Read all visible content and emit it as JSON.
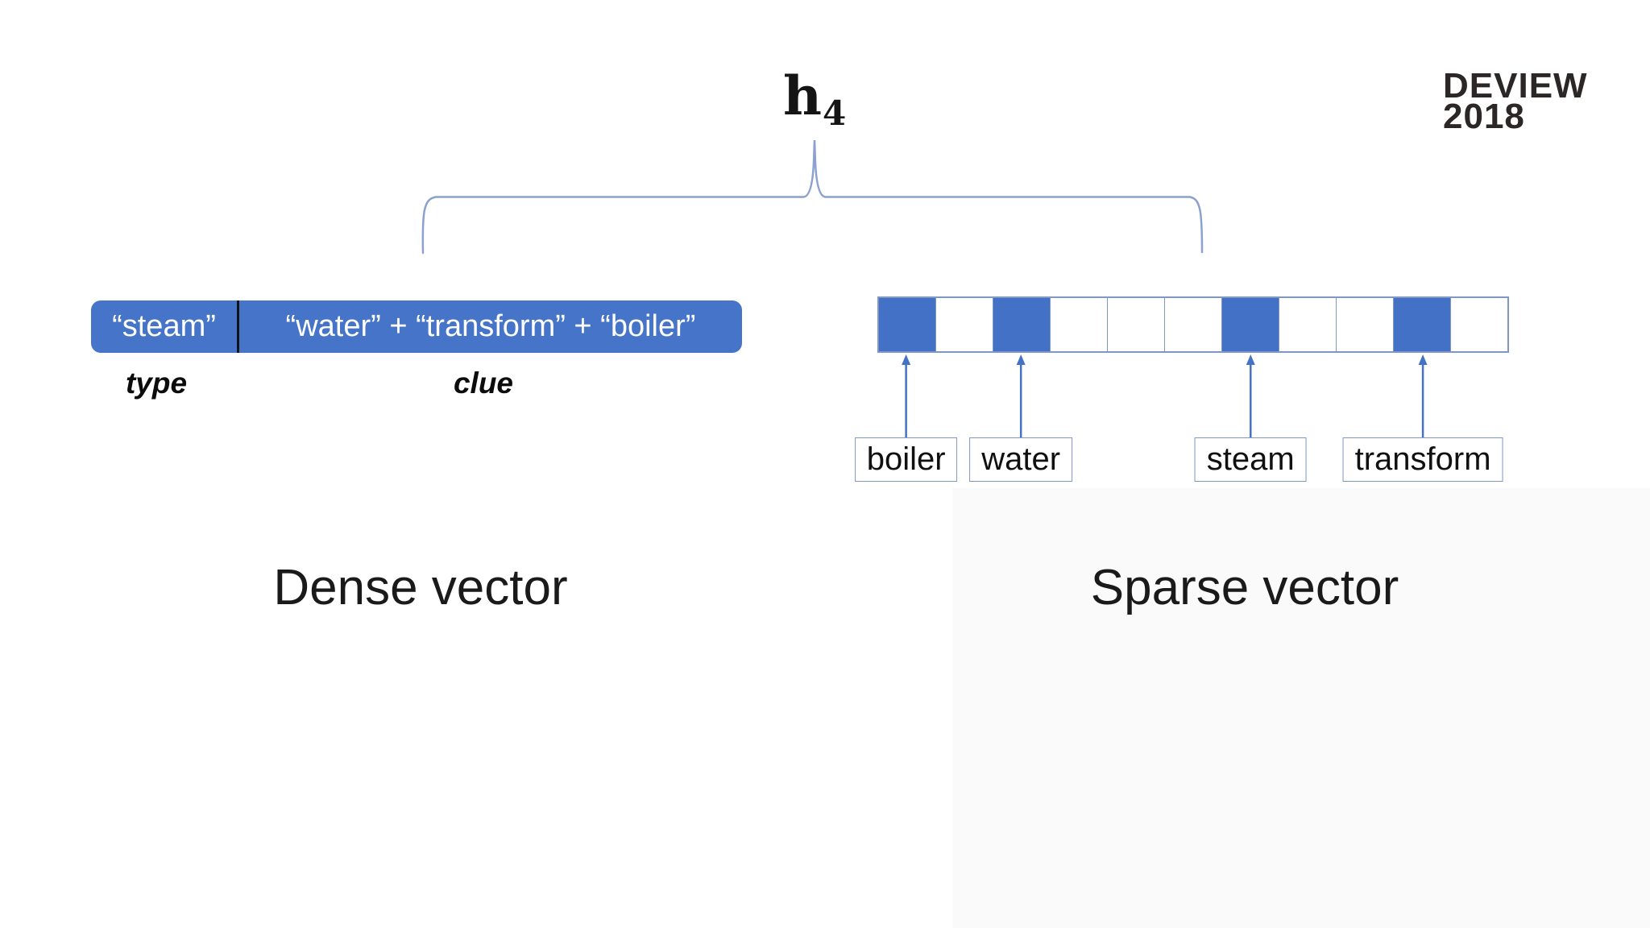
{
  "slide": {
    "title_symbol": {
      "base": "h",
      "subscript": "4"
    },
    "logo": {
      "line1": "DEVIEW",
      "line2": "2018"
    },
    "dense": {
      "caption": "Dense vector",
      "segments": [
        {
          "text": "“steam”",
          "label": "type"
        },
        {
          "text": "“water” + “transform” + “boiler”",
          "label": "clue"
        }
      ]
    },
    "sparse": {
      "caption": "Sparse vector",
      "num_cells": 11,
      "filled_cells": [
        1,
        3,
        7,
        10
      ],
      "labels": [
        {
          "text": "boiler",
          "cell": 1
        },
        {
          "text": "water",
          "cell": 3
        },
        {
          "text": "steam",
          "cell": 7
        },
        {
          "text": "transform",
          "cell": 10
        }
      ]
    },
    "colors": {
      "fill_blue": "#4371c6",
      "pill_blue": "#4574c8",
      "border_blue": "#7e97c3",
      "brace_blue": "#8ba1cf",
      "arrow_blue": "#4472c4",
      "text_dark": "#1a1a1a"
    }
  }
}
